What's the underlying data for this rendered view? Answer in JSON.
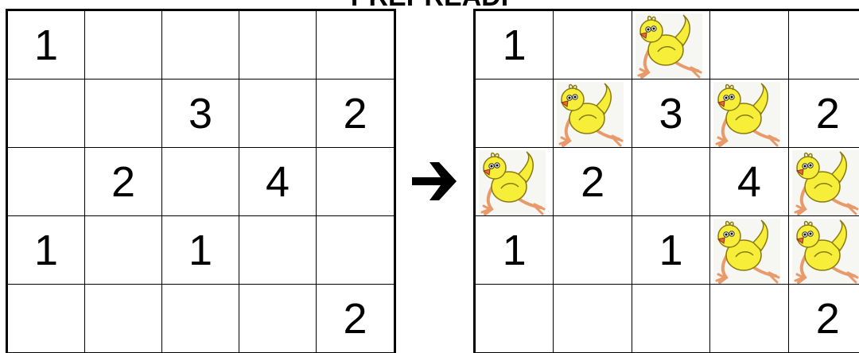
{
  "title": "PREPREADI",
  "puzzle": {
    "rows": [
      [
        "1",
        "",
        "",
        "",
        ""
      ],
      [
        "",
        "",
        "3",
        "",
        "2"
      ],
      [
        "",
        "2",
        "",
        "4",
        ""
      ],
      [
        "1",
        "",
        "1",
        "",
        ""
      ],
      [
        "",
        "",
        "",
        "",
        "2"
      ]
    ]
  },
  "solution": {
    "rows": [
      [
        "1",
        "",
        "chick",
        "",
        ""
      ],
      [
        "",
        "chick",
        "3",
        "chick",
        "2"
      ],
      [
        "chick",
        "2",
        "",
        "4",
        "chick"
      ],
      [
        "1",
        "",
        "1",
        "chick",
        "chick"
      ],
      [
        "",
        "",
        "",
        "",
        "2"
      ]
    ]
  },
  "icons": {
    "arrow": "right-arrow-icon",
    "chick": "chick-icon"
  },
  "colors": {
    "grid_line": "#000000",
    "chick_body": "#f7ee3a",
    "chick_legs": "#e89a6a"
  }
}
